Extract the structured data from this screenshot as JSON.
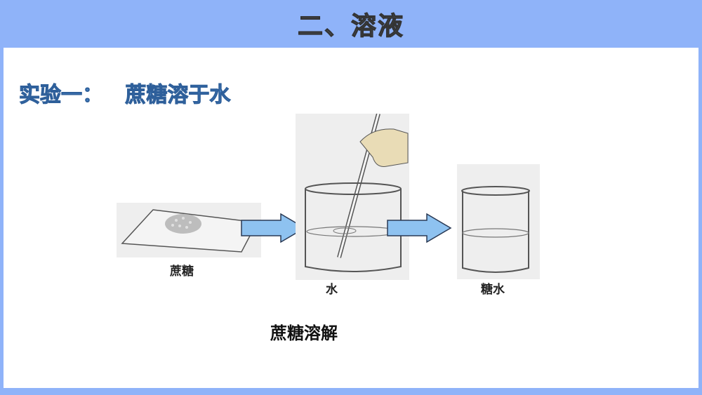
{
  "header": {
    "title": "二、溶液"
  },
  "main": {
    "subtitle": "实验一：   蔗糖溶于水",
    "figures": [
      {
        "label": "蔗糖",
        "description": "sugar pile on paper"
      },
      {
        "label": "水",
        "description": "beaker of water stirred with glass rod"
      },
      {
        "label": "糖水",
        "description": "beaker of sugar water"
      }
    ],
    "caption": "蔗糖溶解"
  },
  "colors": {
    "frame": "#8fb3f9",
    "subtitle": "#4a86c8",
    "arrow": "#8ec2f0"
  }
}
